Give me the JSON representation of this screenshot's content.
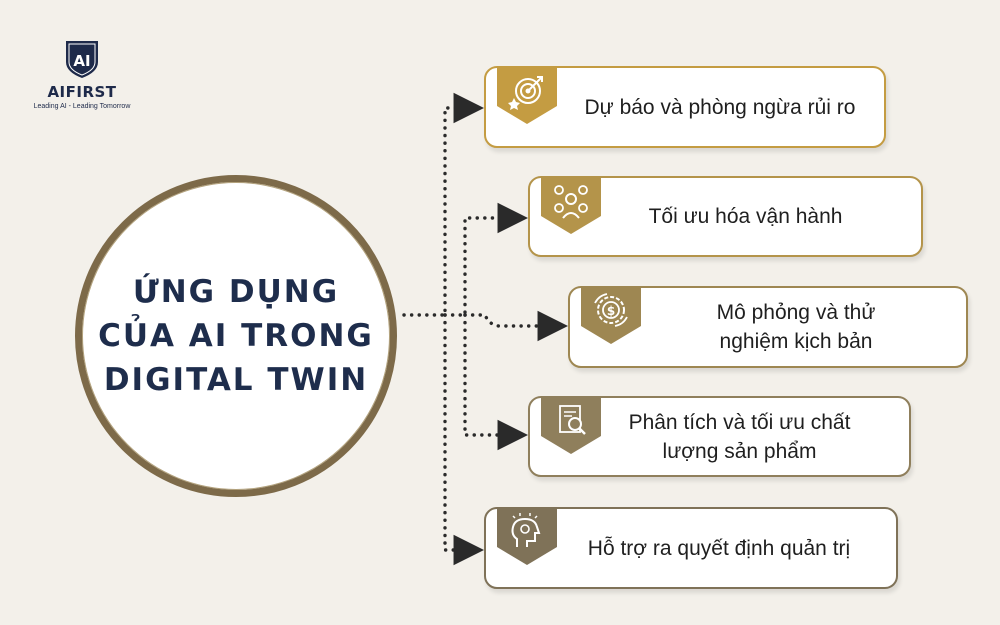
{
  "brand": {
    "mark": "AI",
    "name": "AIFIRST",
    "tagline": "Leading AI - Leading Tomorrow",
    "color": "#1e2a4a"
  },
  "center": {
    "title": "ỨNG DỤNG CỦA AI TRONG DIGITAL TWIN",
    "ring_color": "#7d6a49"
  },
  "items": [
    {
      "label": "Dự báo và phòng ngừa rủi ro",
      "icon": "target-icon",
      "color": "#c49c42"
    },
    {
      "label": "Tối ưu hóa vận hành",
      "icon": "team-gear-icon",
      "color": "#b4944a"
    },
    {
      "label": "Mô phỏng và thử nghiệm kịch bản",
      "icon": "dollar-gear-icon",
      "color": "#9e8752"
    },
    {
      "label": "Phân tích và tối ưu chất lượng sản phẩm",
      "icon": "document-search-icon",
      "color": "#8f7f5c"
    },
    {
      "label": "Hỗ trợ ra quyết định quản trị",
      "icon": "idea-head-icon",
      "color": "#7f7258"
    }
  ]
}
